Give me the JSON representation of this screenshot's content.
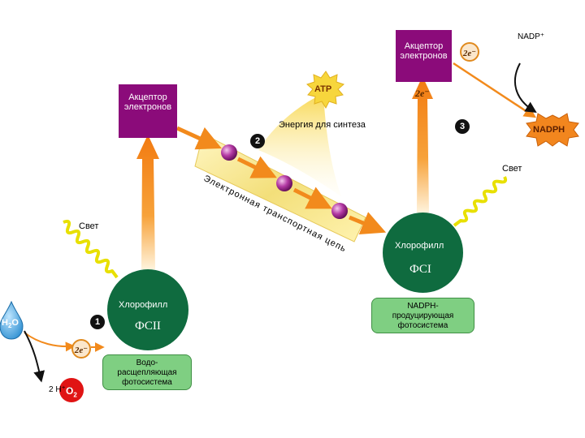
{
  "acceptor_left": {
    "line1": "Акцептор",
    "line2": "электронов"
  },
  "acceptor_right": {
    "line1": "Акцептор",
    "line2": "электронов"
  },
  "atp": {
    "label": "ATP"
  },
  "nadp_plus": {
    "label": "NADP⁺"
  },
  "nadph": {
    "label": "NADPH"
  },
  "synthesis_energy": {
    "label": "Энергия для синтеза"
  },
  "etc_label": {
    "text": "Электронная транспортная цепь"
  },
  "light_left": {
    "label": "Свет"
  },
  "light_right": {
    "label": "Свет"
  },
  "ps2": {
    "name": "Хлорофилл",
    "code": "ФСII",
    "desc_line1": "Водо-",
    "desc_line2": "расщепляющая",
    "desc_line3": "фотосистема"
  },
  "ps1": {
    "name": "Хлорофилл",
    "code": "ФСI",
    "desc_line1": "NADPH-",
    "desc_line2": "продуцирующая",
    "desc_line3": "фотосистема"
  },
  "water": {
    "label_main": "H",
    "label_sub": "2",
    "label_end": "O"
  },
  "products": {
    "label": "2 H⁺ +",
    "o2_label": "O",
    "o2_sub": "2"
  },
  "steps": {
    "one": "1",
    "two": "2",
    "three": "3"
  },
  "electron_pairs": {
    "left": "2e⁻",
    "mid": "2e⁻",
    "right": "2e⁻"
  },
  "colors": {
    "acceptor": "#8b0b7a",
    "chlorophyll": "#0f6b3f",
    "orange_arrow": "#f28a1c",
    "light_wave": "#e8e000",
    "etc_bar": "#f5e68a",
    "carrier": "#9a1f8a",
    "nadph_burst": "#f2861e",
    "atp_burst": "#f7d63c",
    "description_box": "#7fcf82"
  }
}
